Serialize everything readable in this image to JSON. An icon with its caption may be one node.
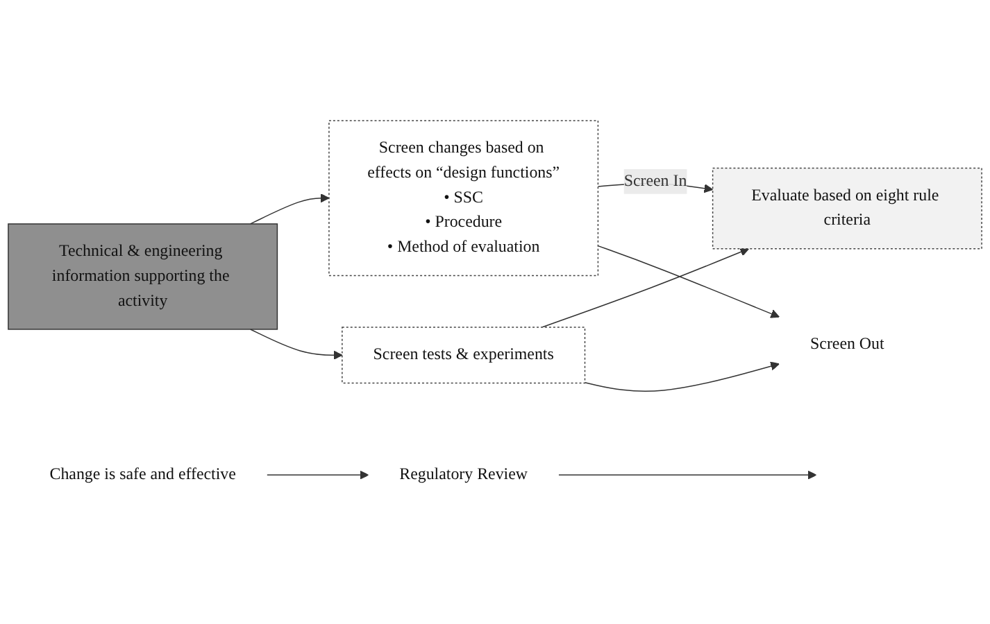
{
  "diagram": {
    "nodes": [
      {
        "text": [
          "Technical & engineering information supporting the activity"
        ]
      },
      {
        "text": [
          "Screen changes based on effects on “design functions”",
          "• SSC",
          "• Procedure",
          "• Method of evaluation"
        ]
      },
      {
        "text": [
          "Screen tests & experiments"
        ]
      },
      {
        "text": [
          "Evaluate based on eight rule criteria"
        ]
      },
      {
        "text": [
          "Screen Out"
        ]
      },
      {
        "text": [
          "Change is safe and effective"
        ]
      },
      {
        "text": [
          "Regulatory Review"
        ]
      }
    ],
    "edges": [
      {
        "from": 0,
        "to": 1,
        "arrow": "to"
      },
      {
        "from": 0,
        "to": 2,
        "arrow": "to"
      },
      {
        "from": 1,
        "to": 3,
        "arrow": "to",
        "label": "Screen In"
      },
      {
        "from": 2,
        "to": 3,
        "arrow": "to"
      },
      {
        "from": 2,
        "to": 4,
        "arrow": "to"
      },
      {
        "from": 1,
        "to": 4,
        "arrow": "to"
      },
      {
        "from": 5,
        "to": 6,
        "arrow": "to"
      },
      {
        "from": 6,
        "to": null,
        "arrow": "to"
      }
    ]
  }
}
